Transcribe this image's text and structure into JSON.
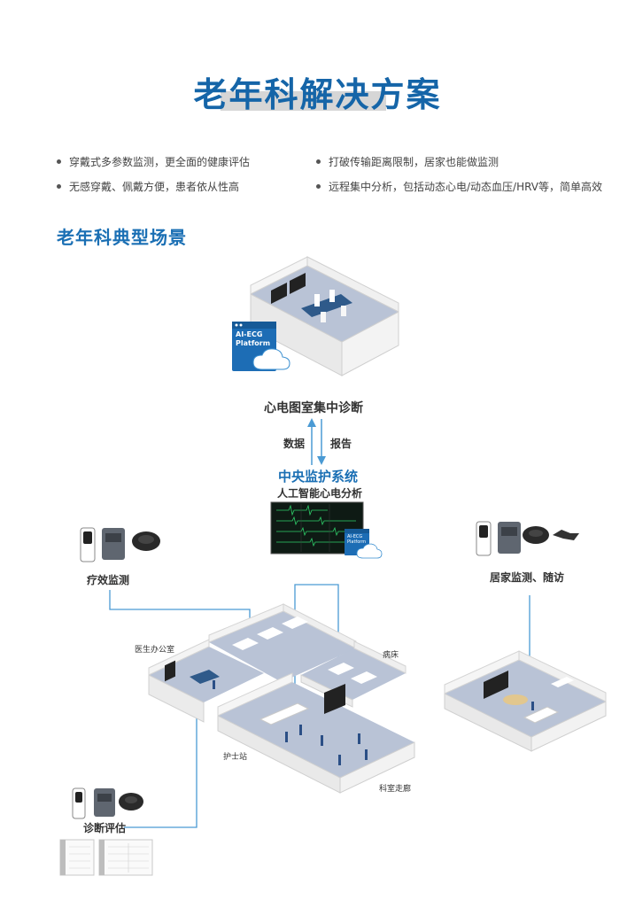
{
  "title": "老年科解决方案",
  "bullets": [
    "穿戴式多参数监测，更全面的健康评估",
    "打破传输距离限制，居家也能做监测",
    "无感穿戴、佩戴方便，患者依从性高",
    "远程集中分析，包括动态心电/动态血压/HRV等，简单高效"
  ],
  "section_title": "老年科典型场景",
  "diagram": {
    "platform_badge": [
      "AI-ECG",
      "Platform"
    ],
    "ecg_room": "心电图室集中诊断",
    "flow_up": "数据",
    "flow_down": "报告",
    "central_system": "中央监护系统",
    "ai_analysis": "人工智能心电分析",
    "therapy_monitoring": "疗效监测",
    "home_monitoring": "居家监测、随访",
    "doctor_office": "医生办公室",
    "ward": "病床",
    "nurse_station": "护士站",
    "corridor": "科室走廊",
    "diagnosis": "诊断评估"
  },
  "colors": {
    "title": "#1565a8",
    "accent": "#1a6fb4",
    "line": "#4a9ad4",
    "floor": "#b9c3d6",
    "wall": "#efefef"
  }
}
